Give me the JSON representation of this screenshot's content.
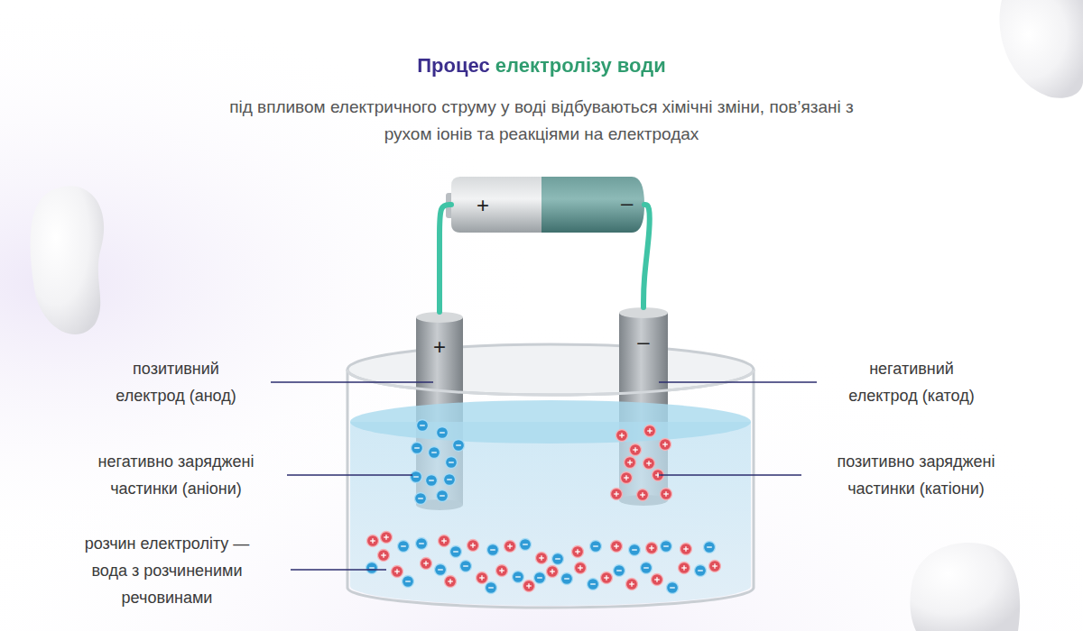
{
  "diagram": {
    "title": "Процес електролізу води",
    "nodes": [
      {
        "text": [
          "+",
          "–"
        ]
      },
      {
        "text": [
          "+"
        ]
      },
      {
        "text": [
          "–"
        ]
      }
    ],
    "edges": [
      {
        "from": 0,
        "to": 1,
        "arrow": "none"
      },
      {
        "from": 0,
        "to": 2,
        "arrow": "none"
      }
    ],
    "labels": [
      "під впливом електричного струму у воді відбуваються хімічні зміни, пов’язані з рухом іонів та реакціями на електродах",
      "позитивний електрод (анод)",
      "негативний електрод (катод)",
      "негативно заряджені частинки (аніони)",
      "позитивно заряджені частинки (катіони)",
      "розчин електроліту — вода з розчиненими речовинами"
    ]
  }
}
